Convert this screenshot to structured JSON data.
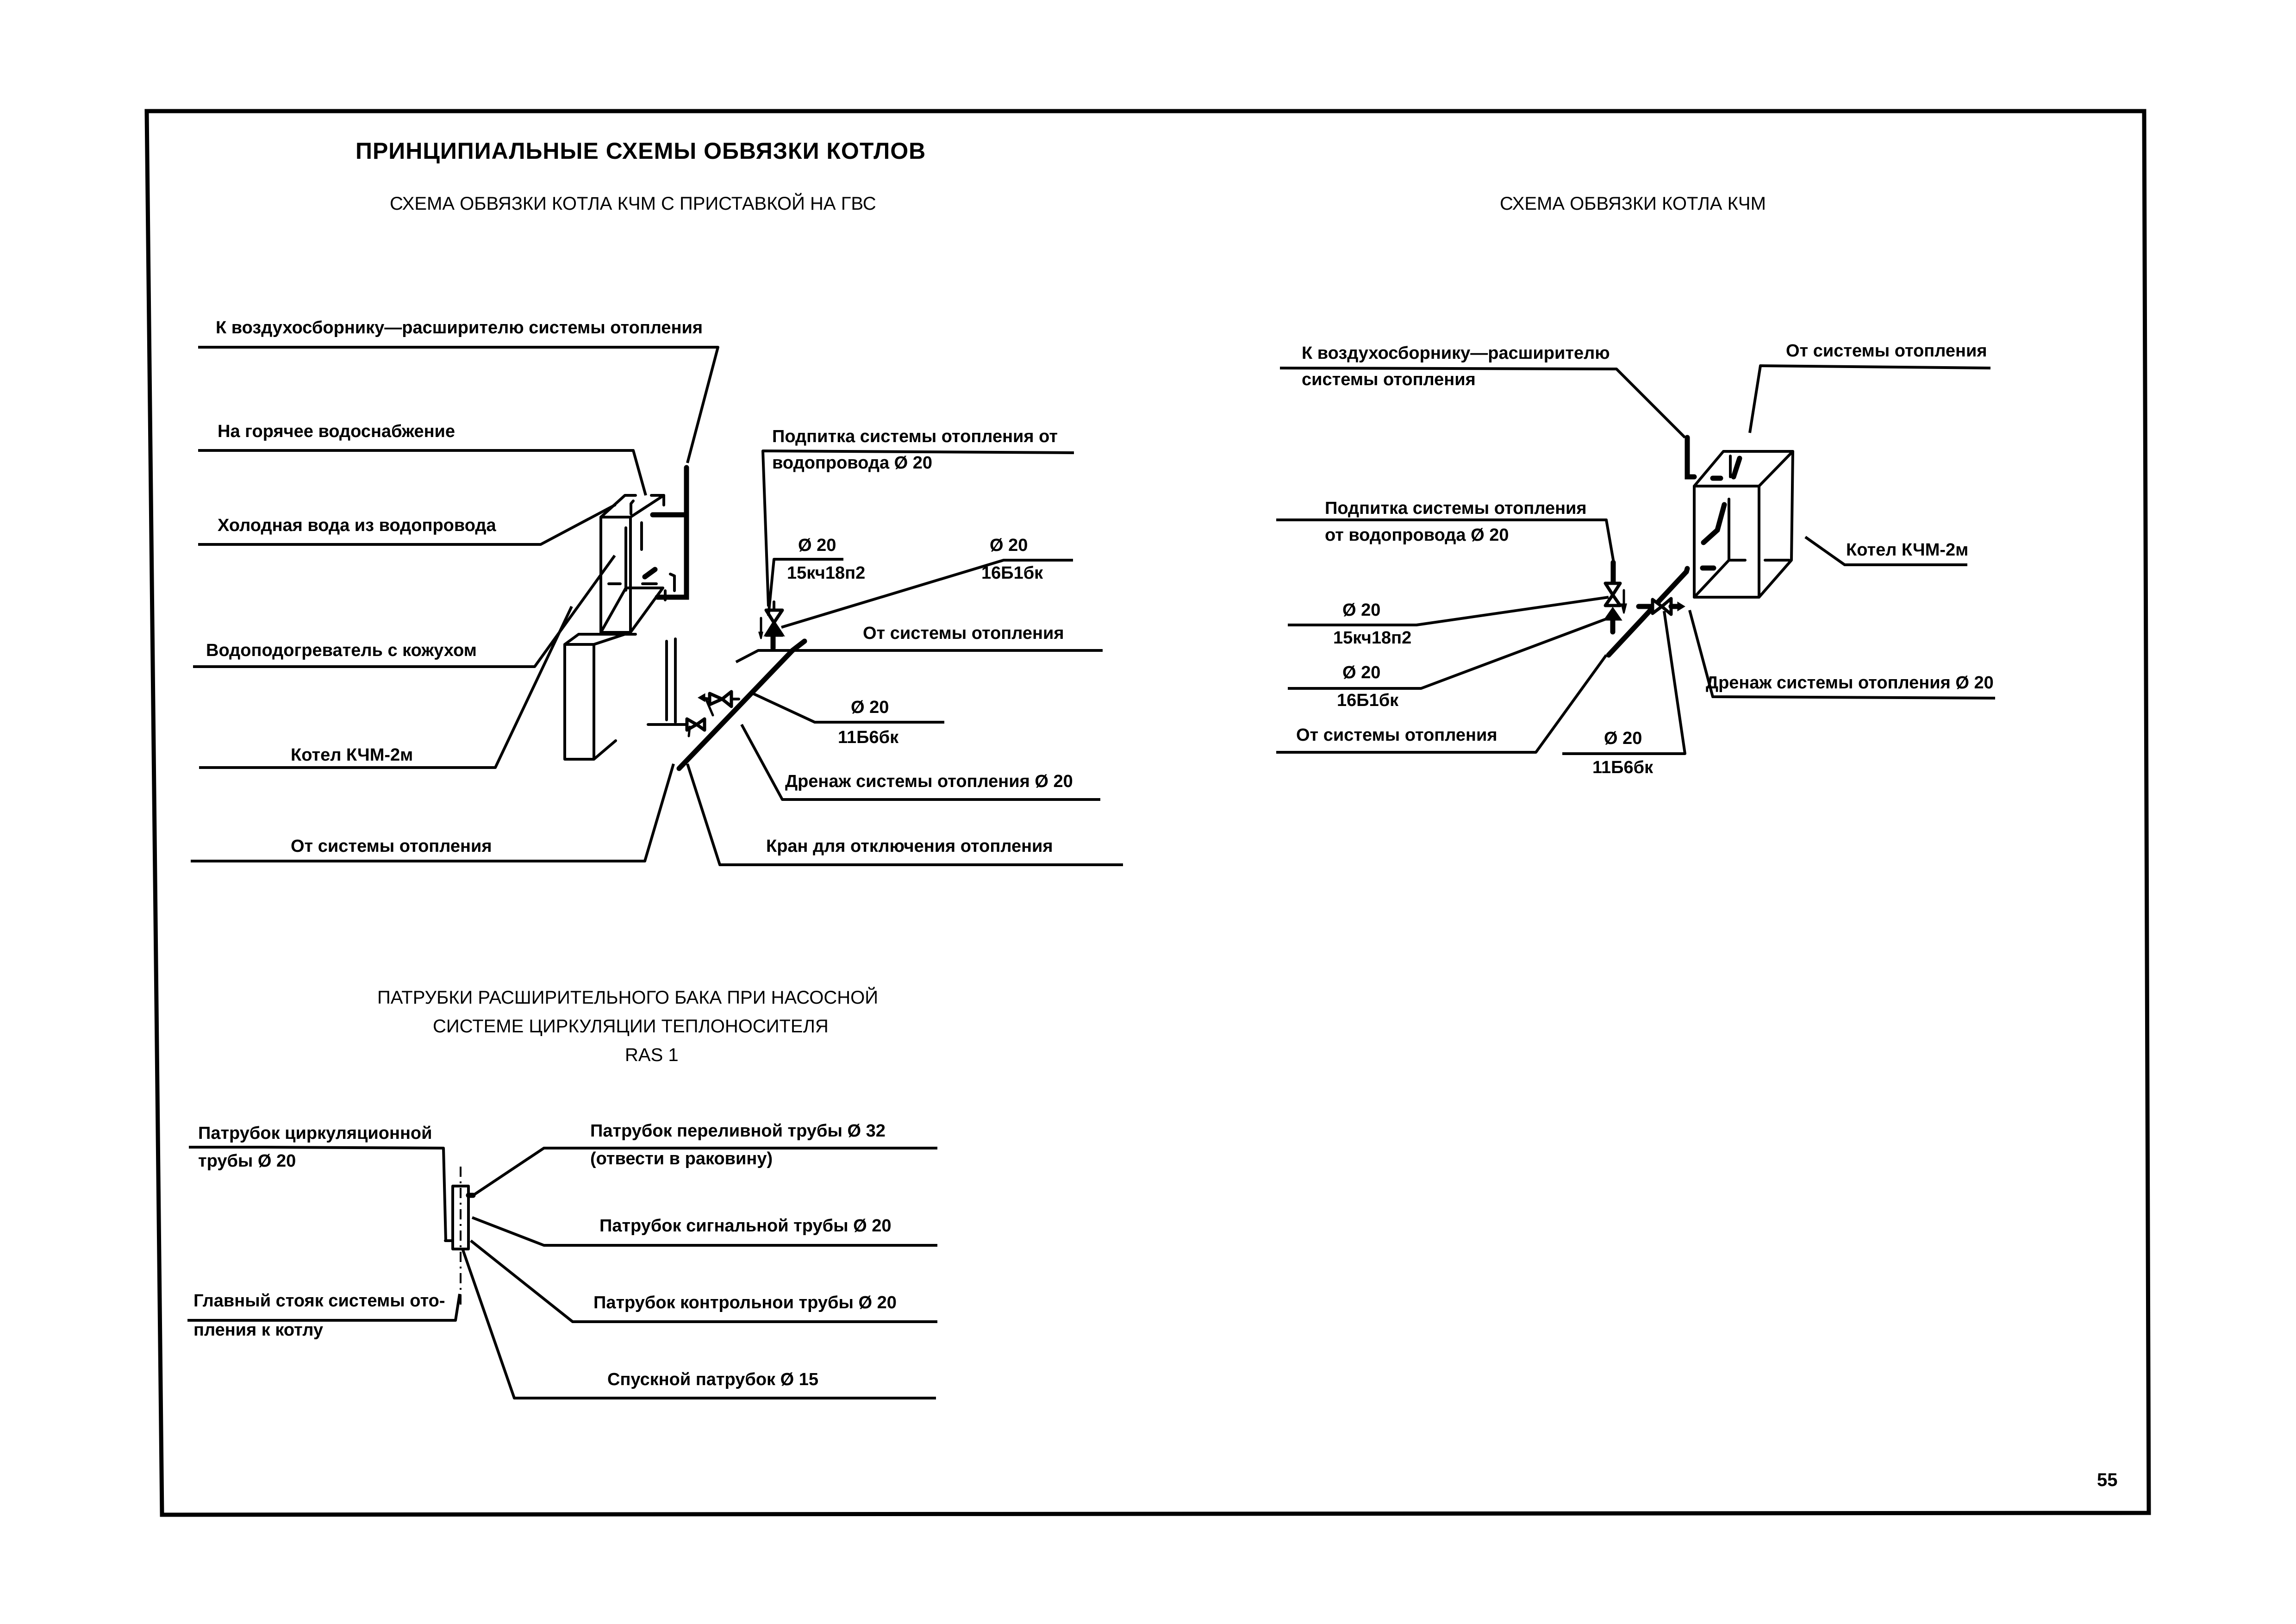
{
  "page": {
    "title": "ПРИНЦИПИАЛЬНЫЕ СХЕМЫ ОБВЯЗКИ КОТЛОВ",
    "page_number": "55"
  },
  "scheme_gvs": {
    "title": "СХЕМА ОБВЯЗКИ КОТЛА КЧМ С ПРИСТАВКОЙ НА ГВС",
    "labels": {
      "to_air_collector": "К воздухосборнику—расширителю системы отопления",
      "hot_water": "На горячее водоснабжение",
      "cold_water": "Холодная вода из водопровода",
      "water_heater": "Водоподогреватель с кожухом",
      "boiler": "Котел КЧМ-2м",
      "from_heating_left": "От системы отопления",
      "makeup_line1": "Подпитка системы отопления от",
      "makeup_line2": "водопровода Ø 20",
      "valve1_dia": "Ø 20",
      "valve1_model": "15кч18п2",
      "valve2_dia": "Ø 20",
      "valve2_model": "16Б1бк",
      "from_heating_right": "От системы отопления",
      "valve3_dia": "Ø 20",
      "valve3_model": "11Б6бк",
      "drain": "Дренаж системы отопления Ø 20",
      "shutoff_tap": "Кран для  отключения отопления"
    }
  },
  "scheme_kchm": {
    "title": "СХЕМА ОБВЯЗКИ КОТЛА КЧМ",
    "labels": {
      "to_air_collector_line1": "К воздухосборнику—расширителю",
      "to_air_collector_line2": "системы отопления",
      "from_heating_top": "От системы отопления",
      "makeup_line1": "Подпитка системы отопления",
      "makeup_line2": "от водопровода Ø 20",
      "boiler": "Котел КЧМ-2м",
      "valve1_dia": "Ø 20",
      "valve1_model": "15кч18п2",
      "valve2_dia": "Ø 20",
      "valve2_model": "16Б1бк",
      "drain": "Дренаж системы отопления Ø 20",
      "from_heating_bottom": "От системы отопления",
      "valve3_dia": "Ø 20",
      "valve3_model": "11Б6бк"
    }
  },
  "expansion_tank": {
    "title_line1": "ПАТРУБКИ РАСШИРИТЕЛЬНОГО БАКА ПРИ НАСОСНОЙ",
    "title_line2": "СИСТЕМЕ ЦИРКУЛЯЦИИ ТЕПЛОНОСИТЕЛЯ",
    "title_line3": "RAS 1",
    "labels": {
      "circulation_line1": "Патрубок циркуляционной",
      "circulation_line2": "трубы Ø 20",
      "overflow_line1": "Патрубок переливной трубы Ø 32",
      "overflow_line2": "(отвести в раковину)",
      "signal": "Патрубок сигнальной трубы Ø 20",
      "riser_line1": "Главный стояк системы ото-",
      "riser_line2": "пления к котлу",
      "control": "Патрубок контрольнои трубы Ø 20",
      "drain": "Спускной патрубок Ø 15"
    }
  }
}
